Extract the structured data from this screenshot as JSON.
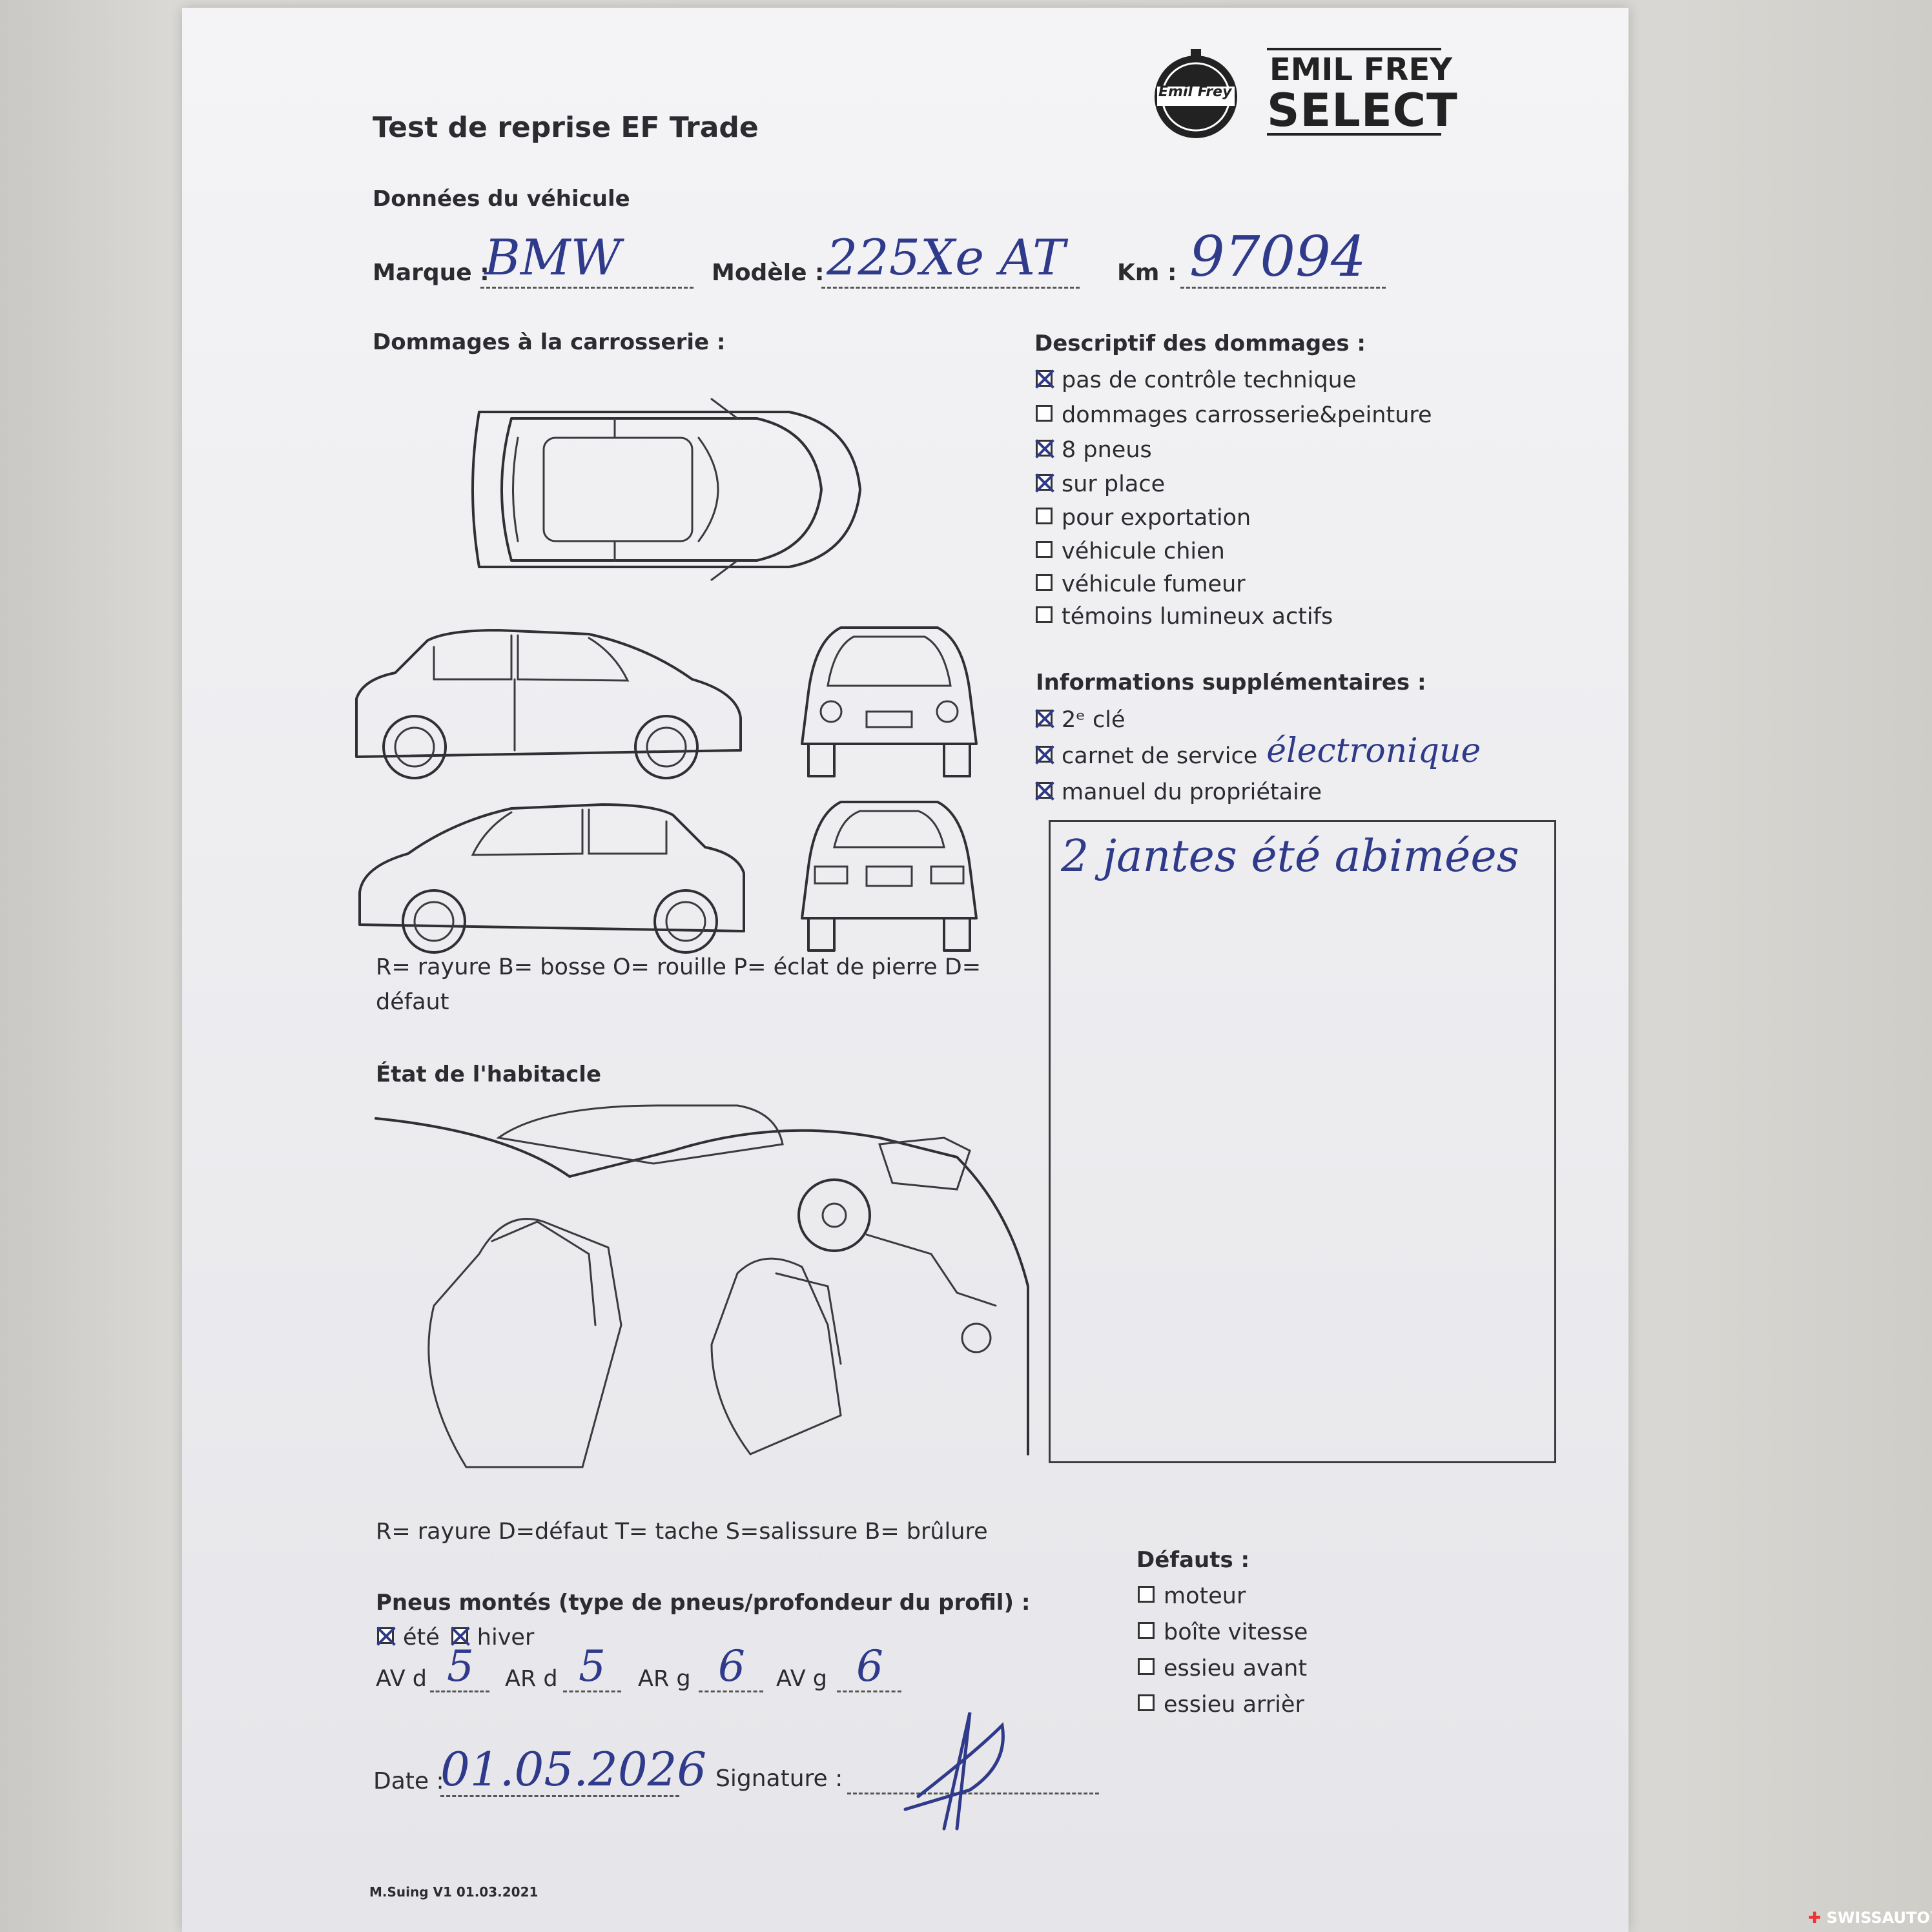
{
  "form": {
    "title": "Test de reprise EF Trade",
    "brand_small": "Emil Frey",
    "brand_line1": "EMIL FREY",
    "brand_line2": "SELECT",
    "vehicle_section": "Données du véhicule",
    "marque_label": "Marque :",
    "marque_value": "BMW",
    "modele_label": "Modèle :",
    "modele_value": "225Xe AT",
    "km_label": "Km :",
    "km_value": "97094"
  },
  "body_damage": {
    "heading": "Dommages à la carrosserie :",
    "legend_line1": "R= rayure B= bosse O= rouille P= éclat de pierre D=",
    "legend_line2": "défaut"
  },
  "damage_description": {
    "heading": "Descriptif des dommages :",
    "items": [
      {
        "label": "pas de contrôle technique",
        "checked": true
      },
      {
        "label": "dommages carrosserie&peinture",
        "checked": false
      },
      {
        "label": "8 pneus",
        "checked": true
      },
      {
        "label": "sur place",
        "checked": true
      },
      {
        "label": "pour exportation",
        "checked": false
      },
      {
        "label": "véhicule chien",
        "checked": false
      },
      {
        "label": "véhicule fumeur",
        "checked": false
      },
      {
        "label": "témoins lumineux actifs",
        "checked": false
      }
    ]
  },
  "additional_info": {
    "heading": "Informations supplémentaires :",
    "items": [
      {
        "label": "2ᵉ clé",
        "checked": true
      },
      {
        "label": "carnet de service",
        "checked": true
      },
      {
        "label": "manuel du propriétaire",
        "checked": true
      }
    ],
    "service_note": "électronique"
  },
  "notes": {
    "text": "2 jantes été abimées"
  },
  "interior": {
    "heading": "État de l'habitacle",
    "legend": "R= rayure D=défaut T= tache S=salissure B= brûlure"
  },
  "tyres": {
    "heading": "Pneus montés (type de pneus/profondeur du profil) :",
    "summer_label": "été",
    "summer_checked": true,
    "winter_label": "hiver",
    "winter_checked": true,
    "av_d_label": "AV d",
    "av_d_value": "5",
    "ar_d_label": "AR d",
    "ar_d_value": "5",
    "ar_g_label": "AR g",
    "ar_g_value": "6",
    "av_g_label": "AV g",
    "av_g_value": "6"
  },
  "defects": {
    "heading": "Défauts :",
    "items": [
      {
        "label": "moteur",
        "checked": false
      },
      {
        "label": "boîte vitesse",
        "checked": false
      },
      {
        "label": "essieu avant",
        "checked": false
      },
      {
        "label": "essieu arrièr",
        "checked": false
      }
    ]
  },
  "footer": {
    "date_label": "Date :",
    "date_value": "01.05.2026",
    "signature_label": "Signature :",
    "version": "M.Suing V1 01.03.2021",
    "watermark_brand": "SWISSAUTO",
    "watermark_tm": "™"
  },
  "colors": {
    "ink": "#2f3a8a",
    "print": "#2b2b30"
  }
}
